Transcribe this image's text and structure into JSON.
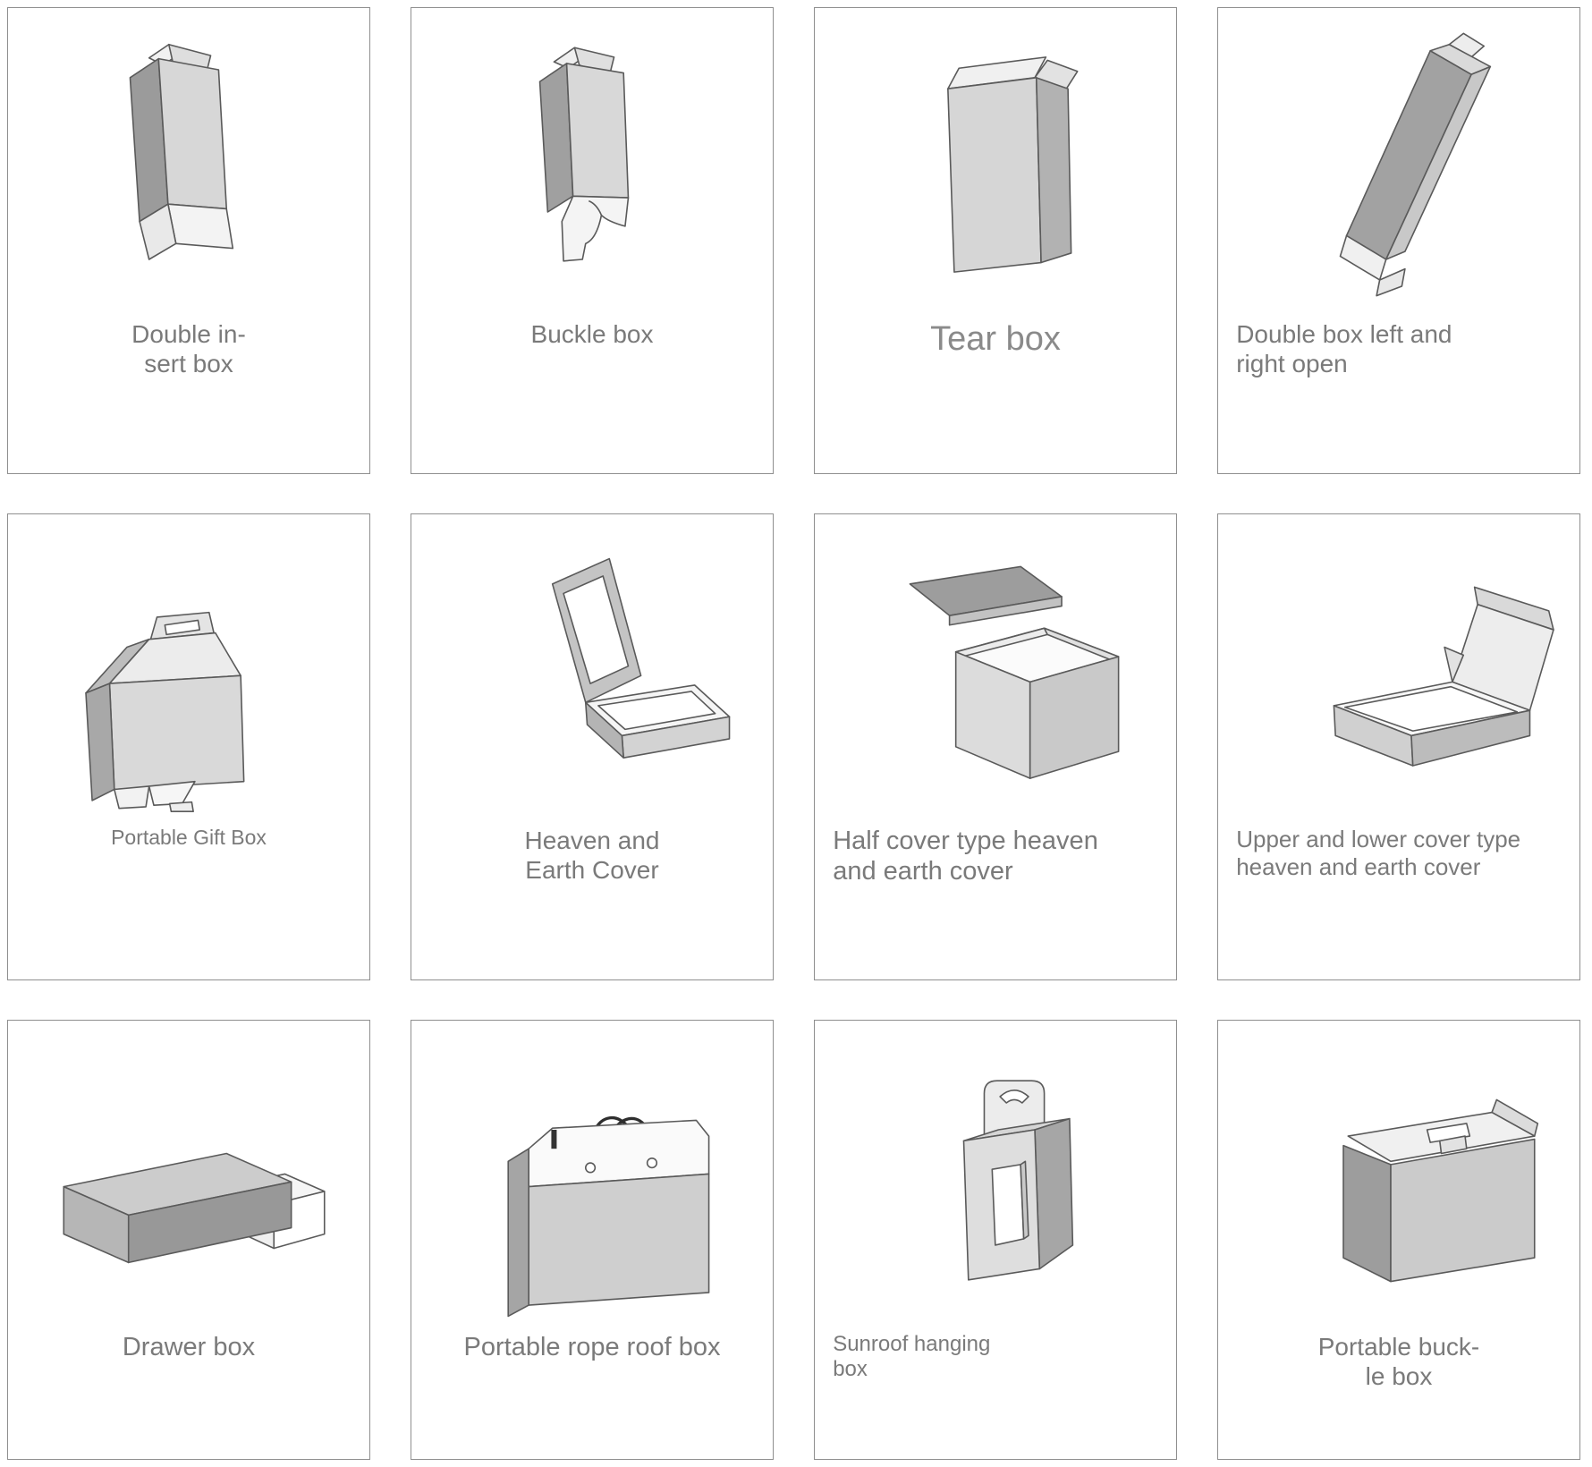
{
  "page": {
    "background": "#ffffff",
    "cell_border_color": "#8f8f8f",
    "label_color": "#7a7a7a",
    "art_light": "#d9d9d9",
    "art_mid": "#b5b5b5",
    "art_dark": "#9a9a9a",
    "art_white": "#f5f5f5"
  },
  "cells": [
    {
      "id": "double-insert-box",
      "label": "Double in-\nsert box"
    },
    {
      "id": "buckle-box",
      "label": "Buckle box"
    },
    {
      "id": "tear-box",
      "label": "Tear box"
    },
    {
      "id": "double-box-left-right-open",
      "label": "Double box left and\nright open"
    },
    {
      "id": "portable-gift-box",
      "label": "Portable Gift Box"
    },
    {
      "id": "heaven-and-earth-cover",
      "label": "Heaven and\nEarth Cover"
    },
    {
      "id": "half-cover-heaven-earth",
      "label": "Half cover type heaven\nand earth cover"
    },
    {
      "id": "upper-lower-cover-heaven-earth",
      "label": "Upper and lower cover type\nheaven and earth cover"
    },
    {
      "id": "drawer-box",
      "label": "Drawer box"
    },
    {
      "id": "portable-rope-roof-box",
      "label": "Portable rope roof box"
    },
    {
      "id": "sunroof-hanging-box",
      "label": "Sunroof hanging\nbox"
    },
    {
      "id": "portable-buckle-box",
      "label": "Portable buck-\nle box"
    }
  ]
}
